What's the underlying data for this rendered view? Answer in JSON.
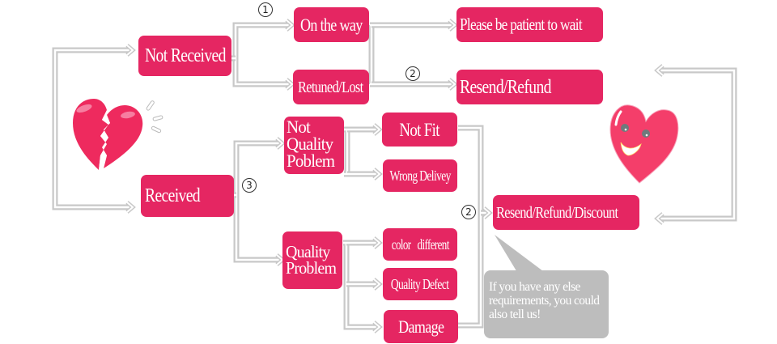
{
  "diagram": {
    "type": "flowchart",
    "title": "After-sales service flow",
    "colors": {
      "node_fill": "#e52662",
      "node_text": "#ffffff",
      "connector": "#c8c8c8",
      "bubble_fill": "#bdbdbd",
      "heart_broken": "#ee2a5e",
      "heart_happy": "#f43e6a"
    },
    "nodes": {
      "not_received": "Not Received",
      "received": "Received",
      "on_the_way": "On the way",
      "returned_lost": "Retuned/Lost",
      "please_wait": "Please be patient to wait",
      "resend_refund": "Resend/Refund",
      "not_quality_problem": "Not Quality Poblem",
      "quality_problem": "Quality Problem",
      "not_fit": "Not Fit",
      "wrong_delivery": "Wrong Delivey",
      "color_different": "color   different",
      "quality_defect": "Quality Defect",
      "damage": "Damage",
      "resend_refund_discount": "Resend/Refund/Discount"
    },
    "badges": {
      "step1": "1",
      "step2_top": "2",
      "step3": "3",
      "step2_bottom": "2"
    },
    "bubble_text": "If you have any else requirements, you could also tell us!",
    "icons": {
      "left": "broken-heart-icon",
      "right": "smiling-heart-icon"
    },
    "edges": [
      [
        "start",
        "not_received"
      ],
      [
        "start",
        "received"
      ],
      [
        "not_received",
        "on_the_way"
      ],
      [
        "not_received",
        "returned_lost"
      ],
      [
        "on_the_way",
        "please_wait"
      ],
      [
        "returned_lost",
        "resend_refund"
      ],
      [
        "received",
        "not_quality_problem"
      ],
      [
        "received",
        "quality_problem"
      ],
      [
        "not_quality_problem",
        "not_fit"
      ],
      [
        "not_quality_problem",
        "wrong_delivery"
      ],
      [
        "quality_problem",
        "color_different"
      ],
      [
        "quality_problem",
        "quality_defect"
      ],
      [
        "quality_problem",
        "damage"
      ],
      [
        "not_fit",
        "resend_refund_discount"
      ],
      [
        "damage",
        "resend_refund_discount"
      ],
      [
        "end",
        "resend_refund"
      ],
      [
        "end",
        "resend_refund_discount"
      ]
    ]
  }
}
